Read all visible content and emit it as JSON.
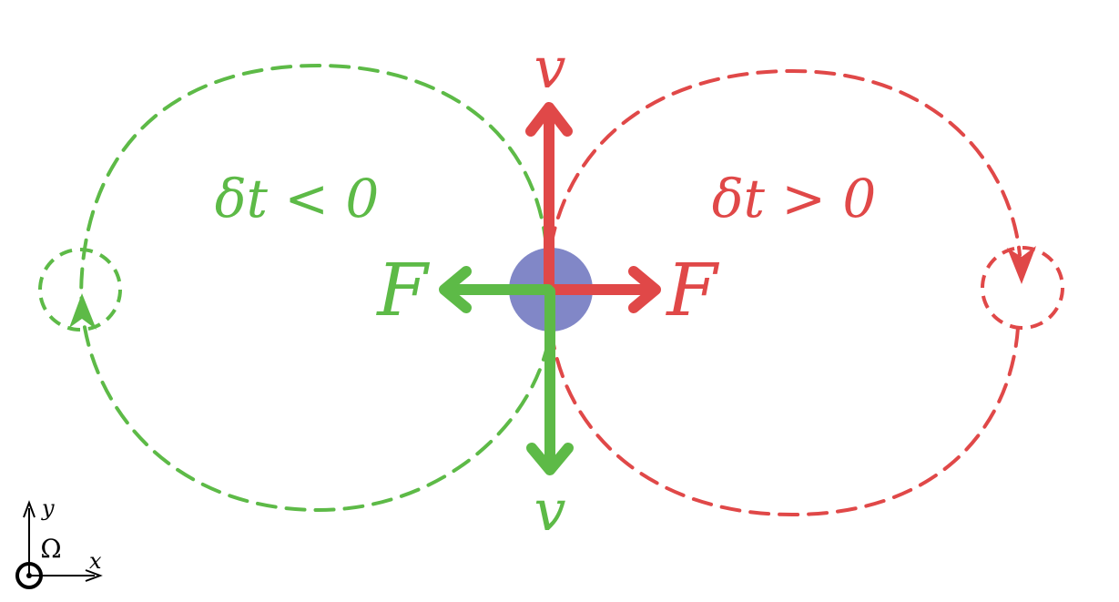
{
  "colors": {
    "green": "#5dba47",
    "red": "#e04848",
    "particle": "#8187c7",
    "axes": "#000000"
  },
  "labels": {
    "v_top": "v",
    "v_bottom": "v",
    "f_left": "F",
    "f_right": "F",
    "dt_negative": "δt < 0",
    "dt_positive": "δt > 0",
    "omega": "Ω",
    "x_axis": "x",
    "y_axis": "y"
  }
}
